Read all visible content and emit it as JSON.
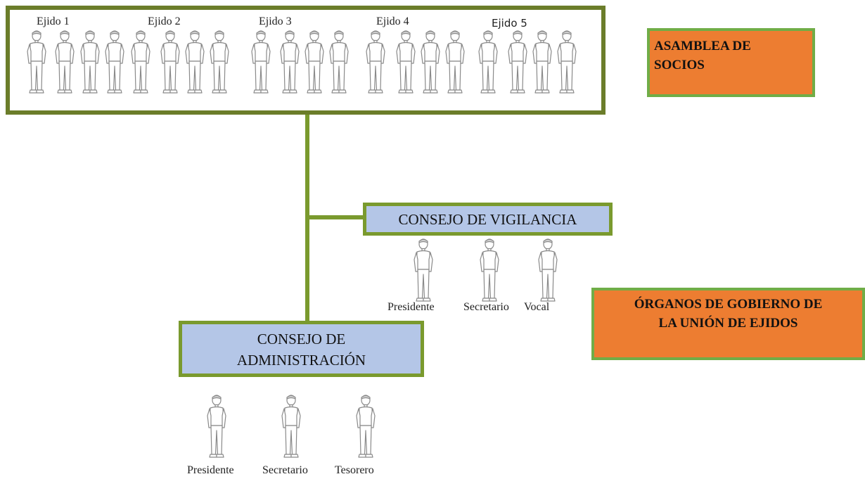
{
  "assembly": {
    "groups": [
      {
        "label": "Ejido 1",
        "members": 4
      },
      {
        "label": "Ejido 2",
        "members": 4
      },
      {
        "label": "Ejido 3",
        "members": 4
      },
      {
        "label": "Ejido 4",
        "members": 4
      },
      {
        "label": "Ejido 5",
        "members": 4
      }
    ]
  },
  "councils": {
    "vigilance": {
      "title": "CONSEJO DE VIGILANCIA",
      "roles": [
        "Presidente",
        "Secretario",
        "Vocal"
      ]
    },
    "administration": {
      "title_line1": "CONSEJO DE",
      "title_line2": "ADMINISTRACIÓN",
      "roles": [
        "Presidente",
        "Secretario",
        "Tesorero"
      ]
    }
  },
  "tags": {
    "asamblea_line1": "ASAMBLEA DE",
    "asamblea_line2": "SOCIOS",
    "organos_line1": "ÓRGANOS DE GOBIERNO DE",
    "organos_line2": "LA UNIÓN DE EJIDOS"
  },
  "colors": {
    "frame_border": "#6b7d2a",
    "connector": "#7a9a2e",
    "council_fill": "#b4c6e7",
    "tag_fill": "#ed7d31",
    "tag_border": "#70ad47"
  },
  "icons": {
    "person": "person-icon"
  }
}
